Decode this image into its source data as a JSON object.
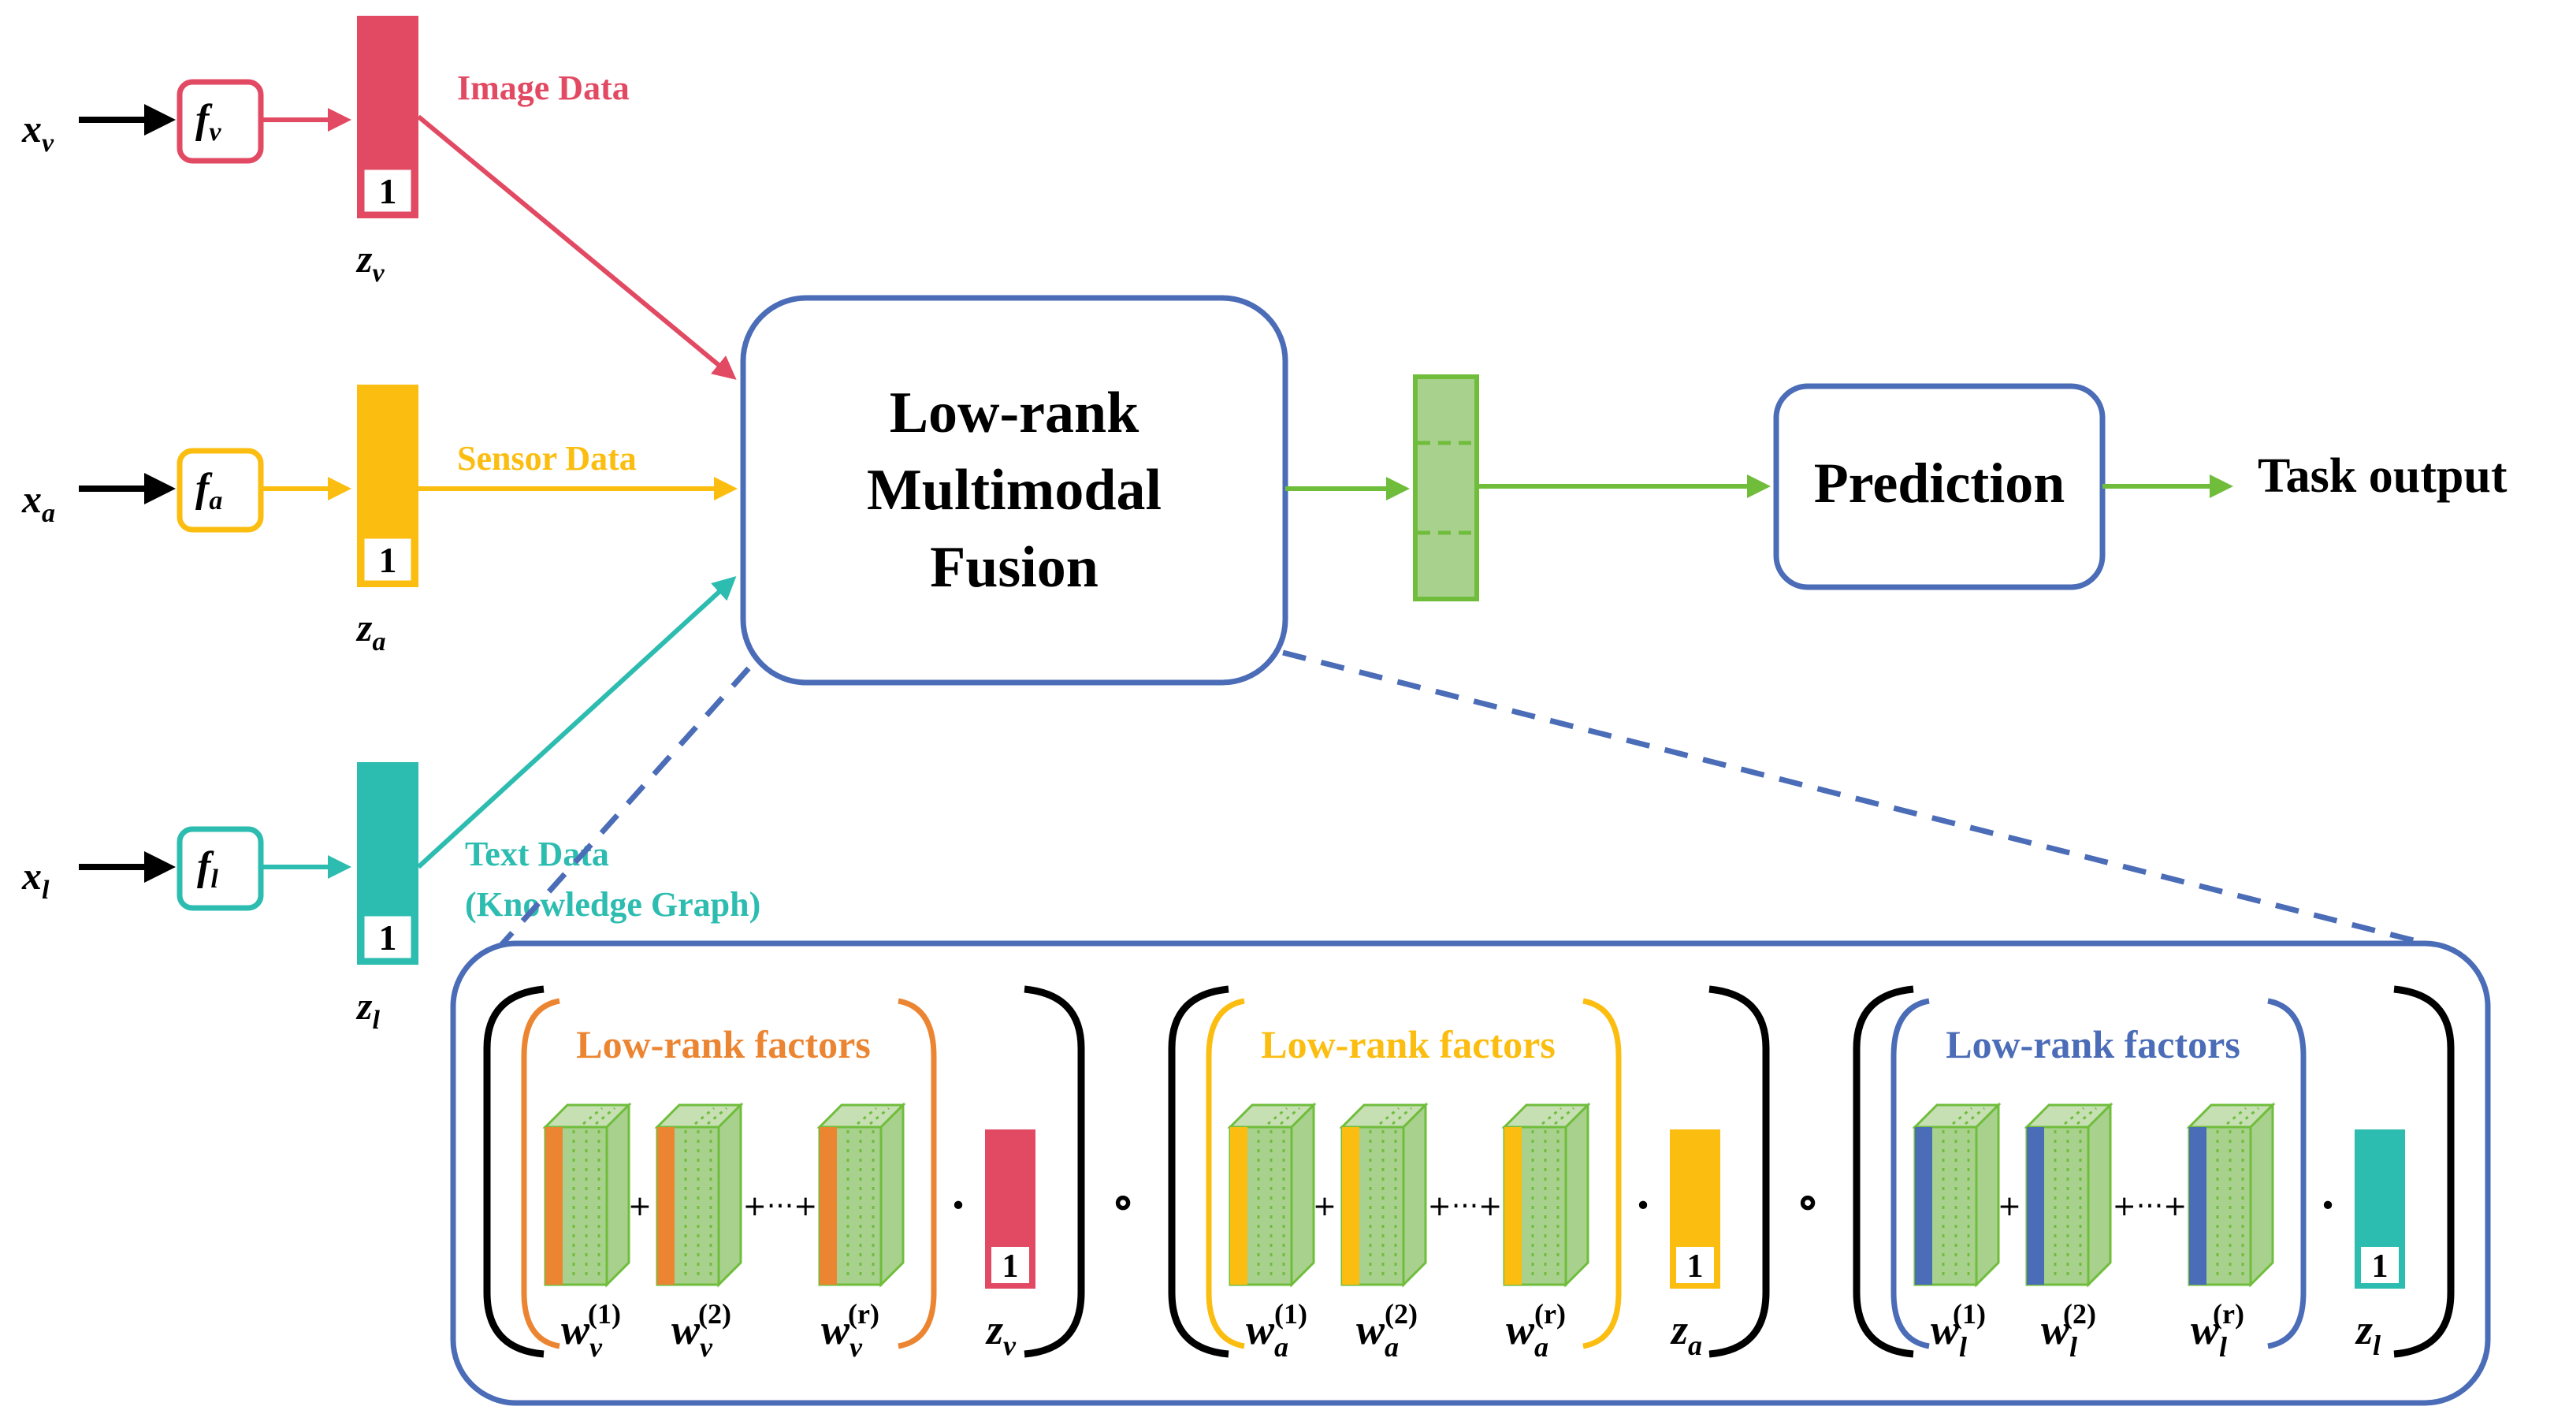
{
  "colors": {
    "image": "#e24a63",
    "sensor": "#fbbd10",
    "text": "#2dbcb0",
    "blue": "#4b6cb7",
    "green": "#70bd3c",
    "green_fill": "#a9d18e",
    "green_light": "#c6e0b4",
    "orange": "#ec8532",
    "black": "#000000"
  },
  "inputs": [
    {
      "x_base": "x",
      "x_sub": "v",
      "f_base": "f",
      "f_sub": "v",
      "vec_index": "1",
      "z_base": "z",
      "z_sub": "v",
      "label": "Image Data",
      "color_key": "image"
    },
    {
      "x_base": "x",
      "x_sub": "a",
      "f_base": "f",
      "f_sub": "a",
      "vec_index": "1",
      "z_base": "z",
      "z_sub": "a",
      "label": "Sensor Data",
      "color_key": "sensor"
    },
    {
      "x_base": "x",
      "x_sub": "l",
      "f_base": "f",
      "f_sub": "l",
      "vec_index": "1",
      "z_base": "z",
      "z_sub": "l",
      "label": "Text Data",
      "label2": "(Knowledge Graph)",
      "color_key": "text"
    }
  ],
  "fusion": {
    "line1": "Low-rank",
    "line2": "Multimodal",
    "line3": "Fusion"
  },
  "prediction": {
    "label": "Prediction"
  },
  "output": {
    "label": "Task output"
  },
  "detail": {
    "groups": [
      {
        "factor_label": "Low-rank factors",
        "bracket_color_key": "orange",
        "side_color_key": "orange",
        "vec_color_key": "image",
        "w1_sup": "(1)",
        "w2_sup": "(2)",
        "wr_sup": "(r)",
        "w_base": "w",
        "w_sub": "v",
        "z_base": "z",
        "z_sub": "v",
        "vec_index": "1",
        "dot": "·",
        "plus": "+",
        "plus_dots": "+···+"
      },
      {
        "factor_label": "Low-rank factors",
        "bracket_color_key": "sensor",
        "side_color_key": "sensor",
        "vec_color_key": "sensor",
        "w1_sup": "(1)",
        "w2_sup": "(2)",
        "wr_sup": "(r)",
        "w_base": "w",
        "w_sub": "a",
        "z_base": "z",
        "z_sub": "a",
        "vec_index": "1",
        "dot": "·",
        "plus": "+",
        "plus_dots": "+···+"
      },
      {
        "factor_label": "Low-rank factors",
        "bracket_color_key": "blue",
        "side_color_key": "blue",
        "vec_color_key": "text",
        "w1_sup": "(1)",
        "w2_sup": "(2)",
        "wr_sup": "(r)",
        "w_base": "w",
        "w_sub": "l",
        "z_base": "z",
        "z_sub": "l",
        "vec_index": "1",
        "dot": "·",
        "plus": "+",
        "plus_dots": "+···+"
      }
    ],
    "compose": "∘"
  }
}
